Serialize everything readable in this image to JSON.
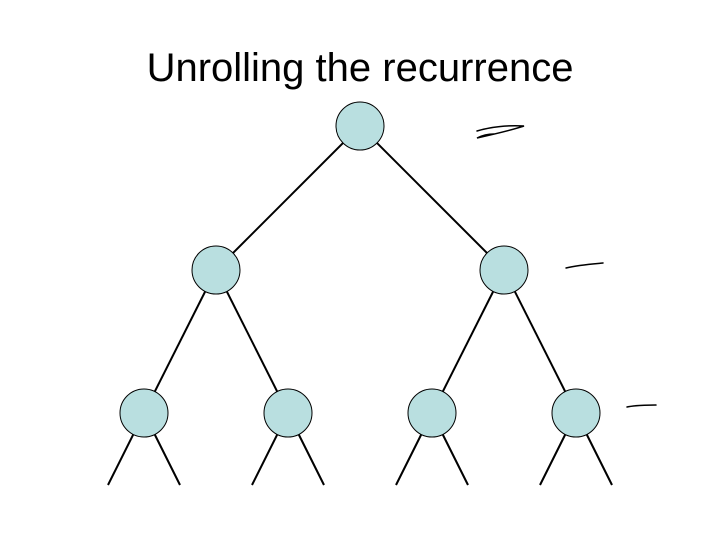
{
  "slide": {
    "title": "Unrolling the recurrence"
  },
  "colors": {
    "node_fill": "#b9dfe0",
    "stroke": "#000000",
    "background": "#ffffff"
  },
  "tree": {
    "levels": [
      {
        "level": 0,
        "node_count": 1
      },
      {
        "level": 1,
        "node_count": 2
      },
      {
        "level": 2,
        "node_count": 4
      }
    ],
    "leaf_edges_per_node": 2
  }
}
